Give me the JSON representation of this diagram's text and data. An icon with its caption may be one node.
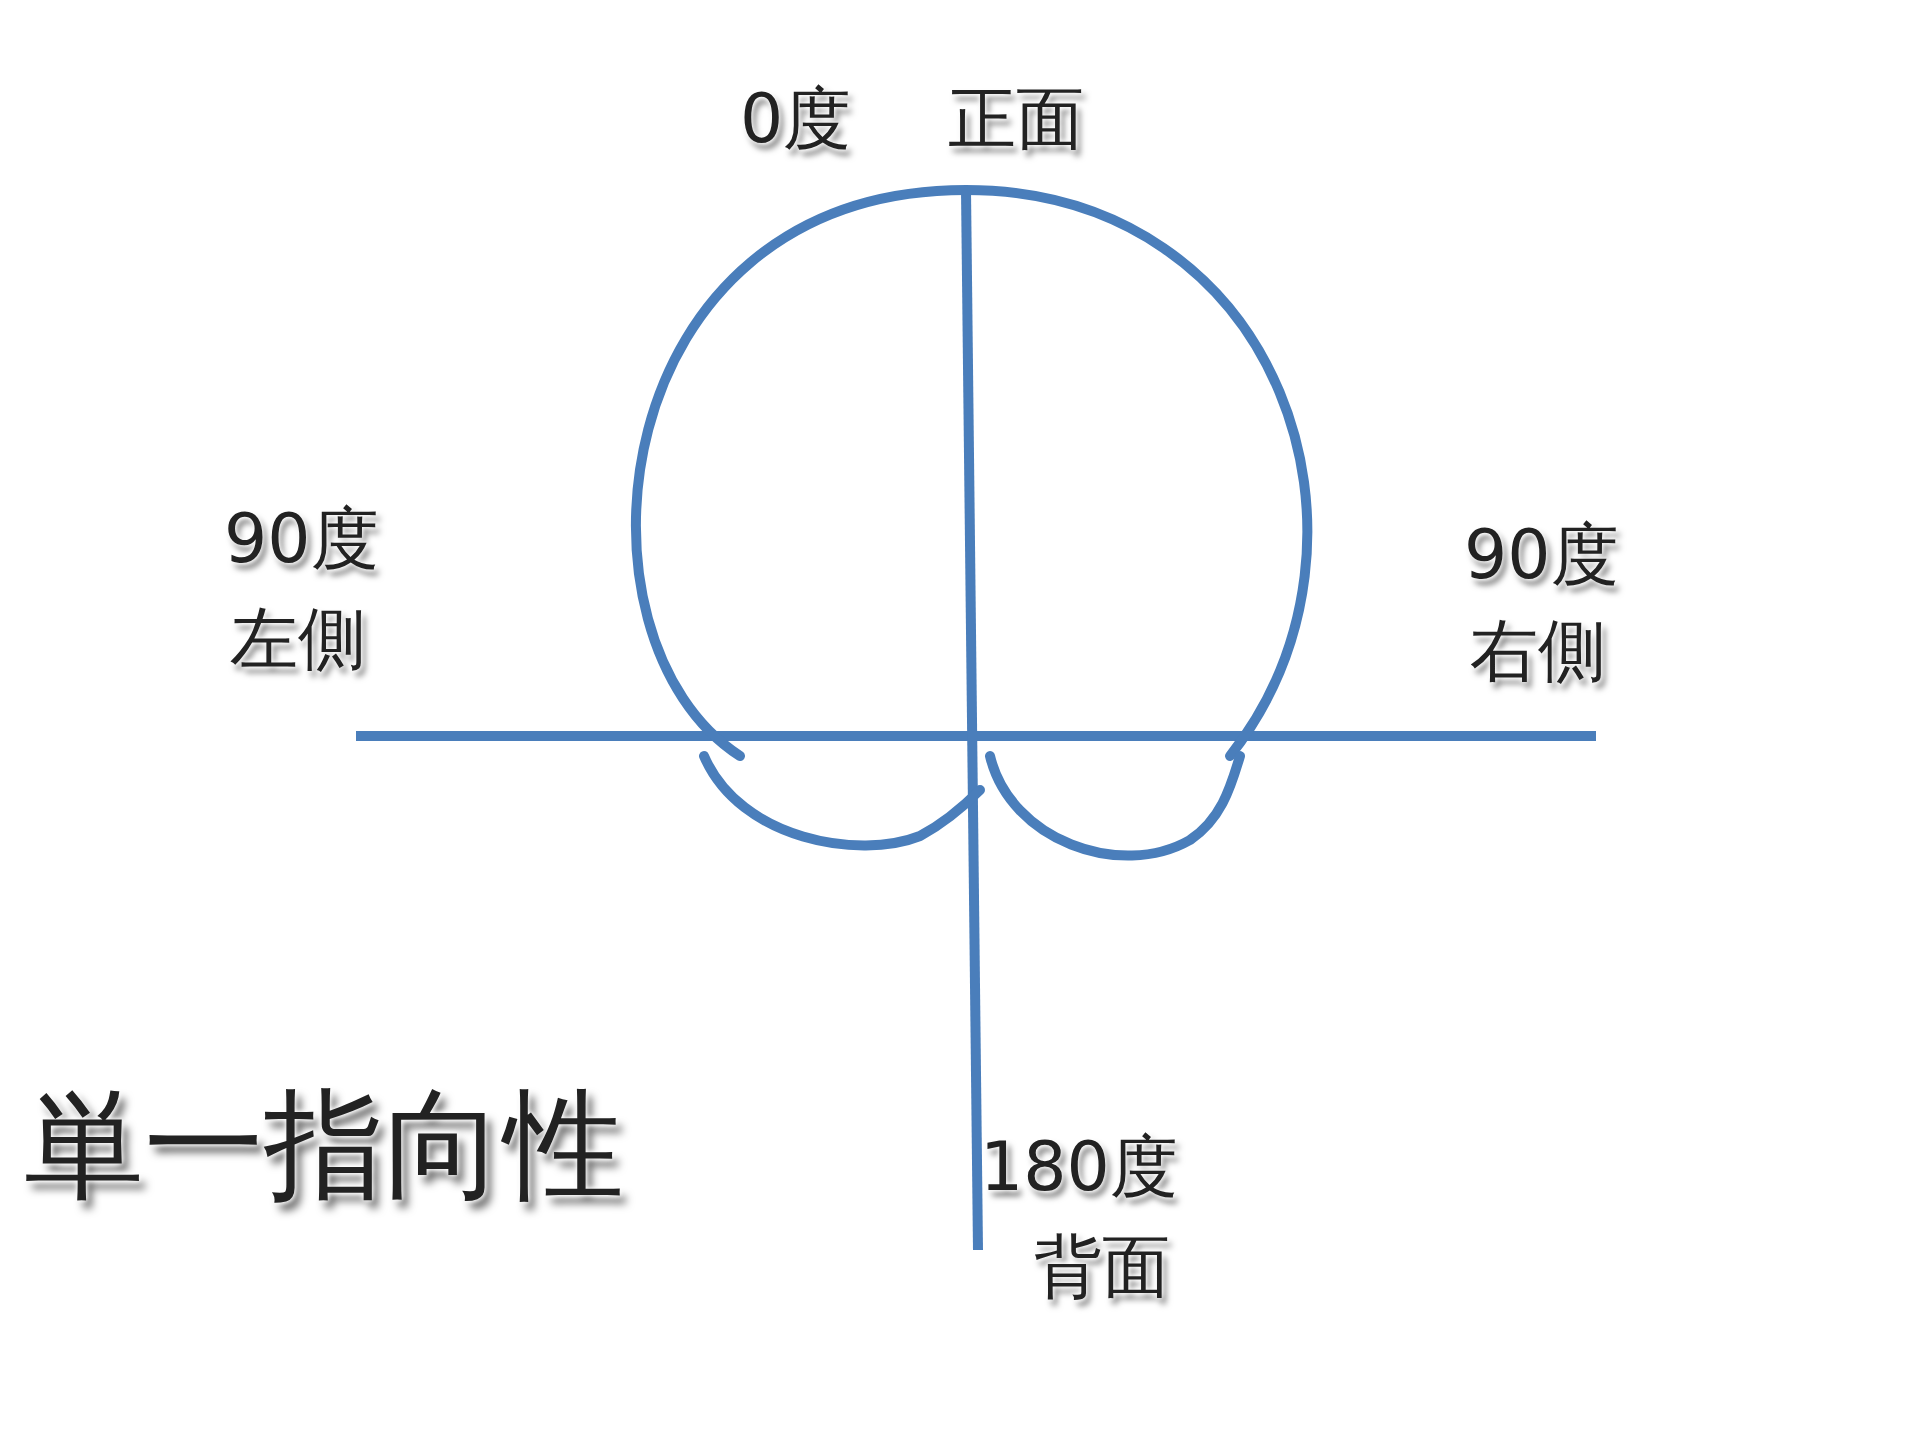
{
  "diagram": {
    "title": "単一指向性",
    "labels": [
      "0度",
      "正面",
      "90度",
      "左側",
      "90度",
      "右側",
      "180度",
      "背面"
    ]
  }
}
